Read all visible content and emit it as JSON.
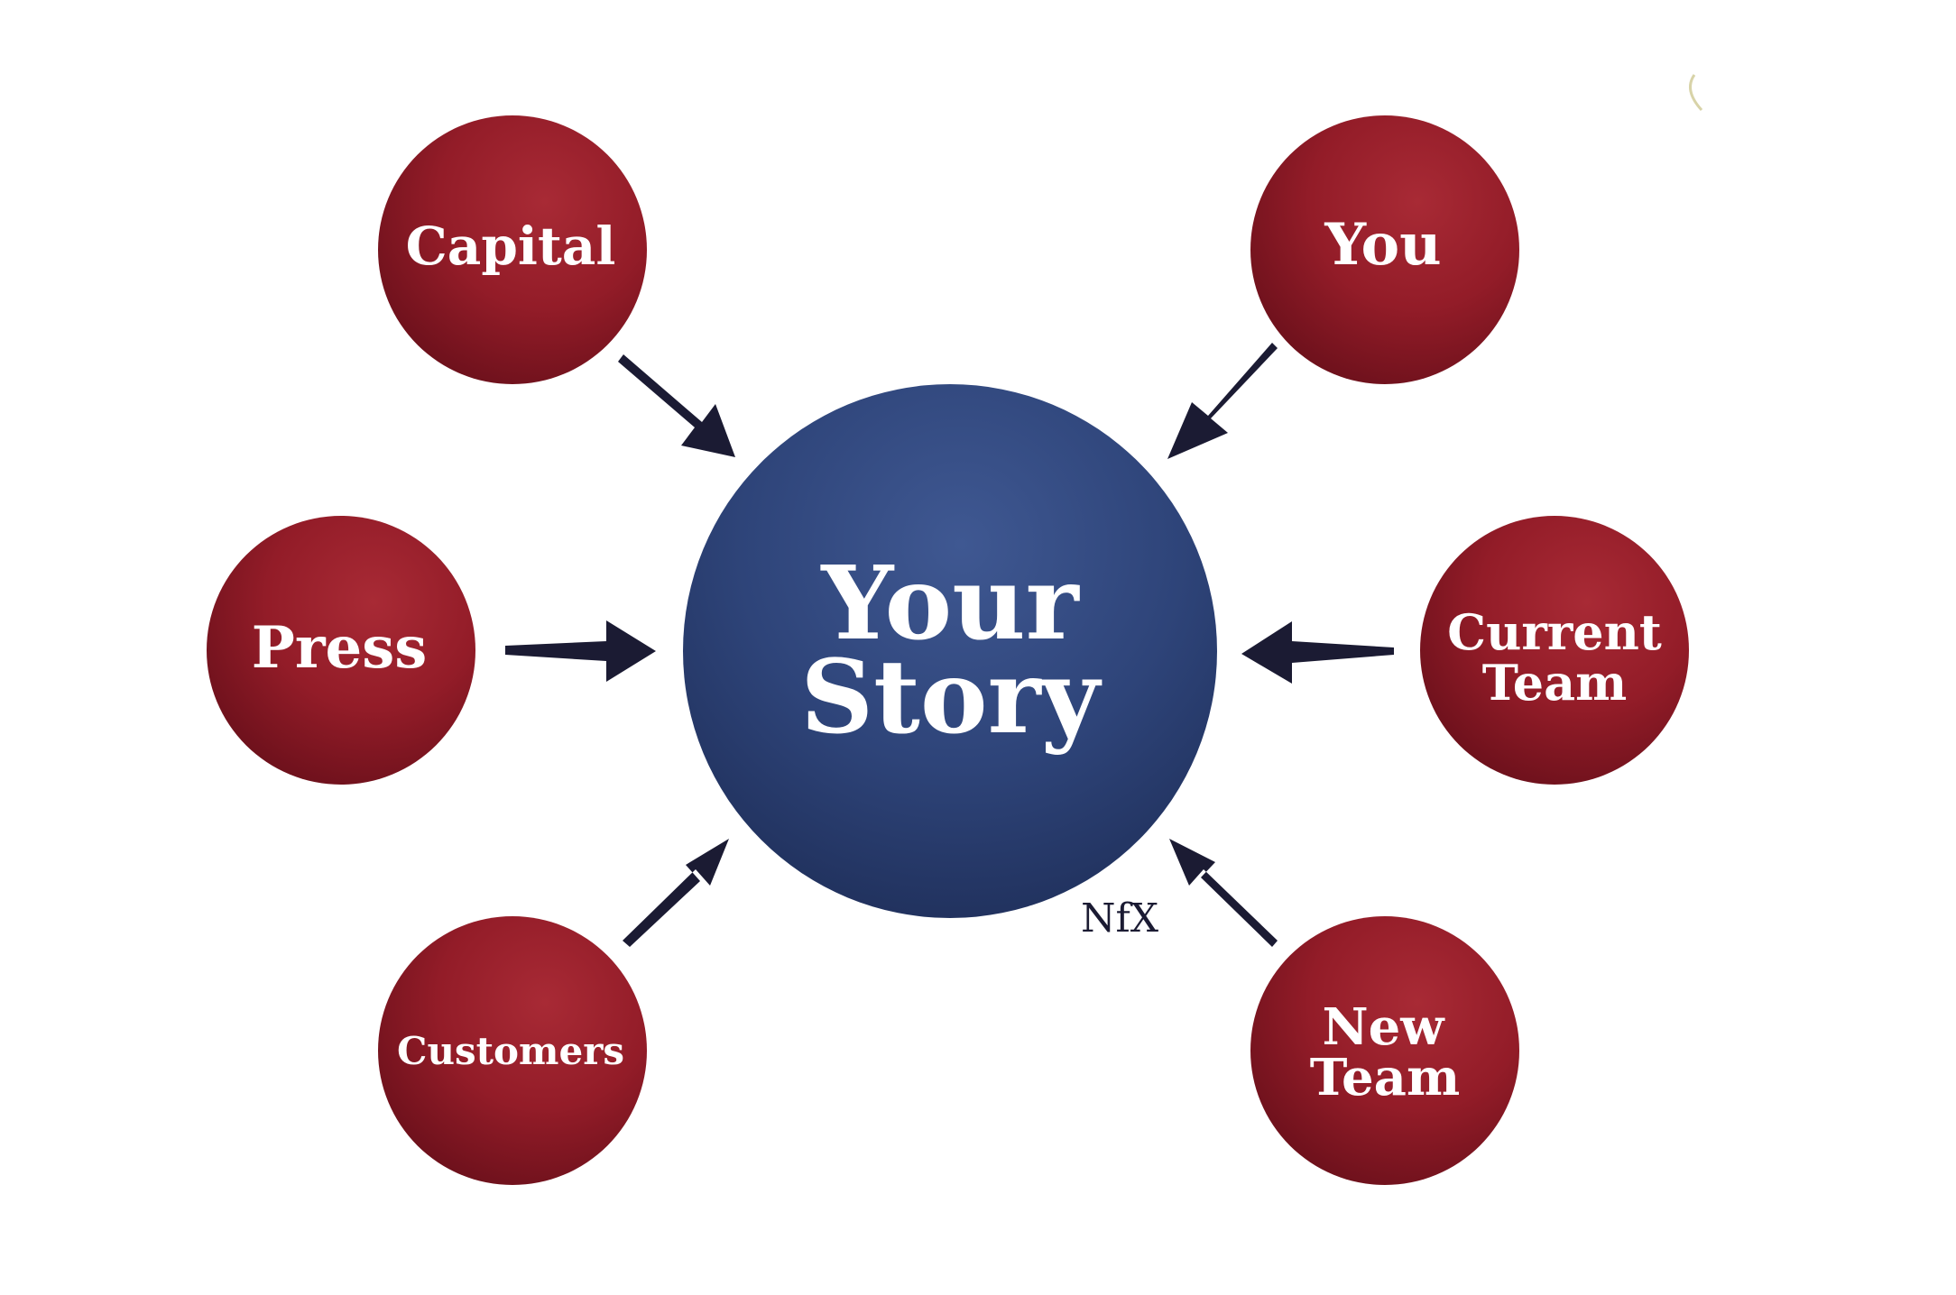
{
  "center": {
    "line1": "Your",
    "line2": "Story"
  },
  "nodes": {
    "capital": {
      "label": "Capital"
    },
    "you": {
      "label": "You"
    },
    "press": {
      "label": "Press"
    },
    "current_team": {
      "line1": "Current",
      "line2": "Team"
    },
    "customers": {
      "label": "Customers"
    },
    "new_team": {
      "line1": "New",
      "line2": "Team"
    }
  },
  "logo": {
    "text": "NfX"
  },
  "colors": {
    "node_red": "#9b1f2c",
    "center_blue": "#2e4479",
    "arrow": "#1b1b33",
    "background": "#ffffff"
  }
}
